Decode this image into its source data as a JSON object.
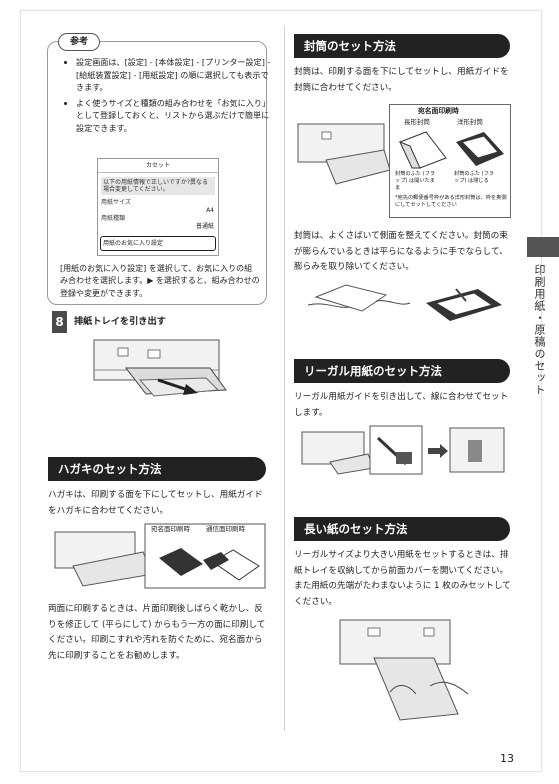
{
  "note": {
    "tab": "参考",
    "bullets": [
      "設定画面は、[設定] - [本体設定] - [プリンター設定] - [給紙装置設定] - [用紙設定] の順に選択しても表示できます。",
      "よく使うサイズと種類の組み合わせを「お気に入り」として登録しておくと、リストから選ぶだけで簡単に設定できます。"
    ],
    "panel": {
      "header": "カセット",
      "message": "以下の用紙情報で正しいですか?異なる場合変更してください。",
      "size_label": "用紙サイズ",
      "size_value": "A4",
      "type_label": "用紙種類",
      "type_value": "普通紙",
      "favorite_label": "用紙のお気に入り設定"
    },
    "footer": "[用紙のお気に入り設定] を選択して、お気に入りの組み合わせを選択します。▶ を選択すると、組み合わせの登録や変更ができます。"
  },
  "step8": {
    "number": "8",
    "text": "排紙トレイを引き出す"
  },
  "hagaki": {
    "title": "ハガキのセット方法",
    "lead": "ハガキは、印刷する面を下にしてセットし、用紙ガイドをハガキに合わせてください。",
    "fig_label_left": "宛名面印刷時",
    "fig_label_right": "通信面印刷時",
    "note": "両面に印刷するときは、片面印刷後しばらく乾かし、反りを修正して (平らにして) からもう一方の面に印刷してください。印刷こすれや汚れを防ぐために、宛名面から先に印刷することをお勧めします。"
  },
  "envelope": {
    "title": "封筒のセット方法",
    "lead": "封筒は、印刷する面を下にしてセットし、用紙ガイドを封筒に合わせてください。",
    "fig_title": "宛名面印刷時",
    "fig_left_label": "長形封筒",
    "fig_right_label": "洋形封筒",
    "flap_left": "封筒のふた (フラップ) は開いたまま",
    "flap_right": "封筒のふた (フラップ) は閉じる",
    "fig_note": "*宛先の郵便番号枠がある洋形封筒は、枠を奥側にしてセットしてください",
    "care": "封筒は、よくさばいて側面を整えてください。封筒の束が膨らんでいるときは平らになるように手でならして、膨らみを取り除いてください。"
  },
  "legal": {
    "title": "リーガル用紙のセット方法",
    "lead": "リーガル用紙ガイドを引き出して、線に合わせてセットします。"
  },
  "long": {
    "title": "長い紙のセット方法",
    "lead": "リーガルサイズより大きい用紙をセットするときは、排紙トレイを収納してから前面カバーを開いてください。また用紙の先端がたわまないように 1 枚のみセットしてください。"
  },
  "side_tab": "印刷用紙・原稿のセット",
  "page_number": "13",
  "colors": {
    "header_bg": "#222222",
    "tab_bg": "#555555",
    "accent": "#d9d9d9"
  }
}
